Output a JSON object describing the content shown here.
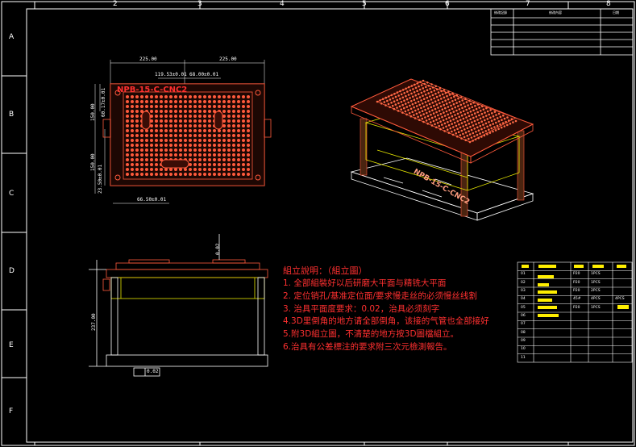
{
  "drawing": {
    "column_labels": [
      "2",
      "3",
      "4",
      "5",
      "6",
      "7",
      "8"
    ],
    "row_labels": [
      "A",
      "B",
      "C",
      "D",
      "E",
      "F"
    ]
  },
  "title_block": {
    "headers": [
      "修改記錄",
      "修改內容",
      "日期"
    ]
  },
  "part_name": "NPB-15-C-CNC2",
  "dimensions": {
    "top_left_width": "225.00",
    "top_right_width": "225.00",
    "inner_left": "119.53±0.01",
    "inner_right": "68.00±0.01",
    "bottom_width": "66.50±0.01",
    "left_height_1": "60.17±0.01",
    "left_height_2": "150.00",
    "left_height_3": "150.00",
    "left_height_4": "23.50±0.01",
    "front_height": "237.00",
    "flatness_top": "0.02",
    "flatness_symbol_value": "0.02"
  },
  "notes": {
    "title": "組立說明：（組立圖）",
    "lines": [
      "1. 全部組裝好以后研磨大平面与精铣大平面",
      "2. 定位销孔/基准定位面/要求慢走丝的必须慢丝线割",
      "3. 治具平面度要求：0.02，治具必须刻字",
      "4.3D里倒角的地方请全部倒角，该接的气管也全部接好",
      "5.附3D組立圖，不清楚的地方按3D圖檔組立。",
      "6.治具有公差標注的要求附三次元檢測報告。"
    ]
  },
  "bom": {
    "row_numbers": [
      "01",
      "02",
      "03",
      "04",
      "05",
      "06",
      "07",
      "08",
      "09",
      "10",
      "11"
    ],
    "materials": [
      "P20",
      "P20",
      "P20",
      "45#",
      "P20",
      "",
      "",
      "",
      "",
      "",
      ""
    ],
    "quantities": [
      "1PCS",
      "1PCS",
      "2PCS",
      "4PCS",
      "1PCS",
      "",
      "",
      "",
      "",
      "",
      ""
    ],
    "extra": "4PCS"
  },
  "colors": {
    "background": "#000000",
    "border": "#ffffff",
    "part_fill": "#ff5a3c",
    "notes": "#ff3030",
    "bom_highlight": "#ffee00",
    "grid_line": "#ffffff"
  }
}
